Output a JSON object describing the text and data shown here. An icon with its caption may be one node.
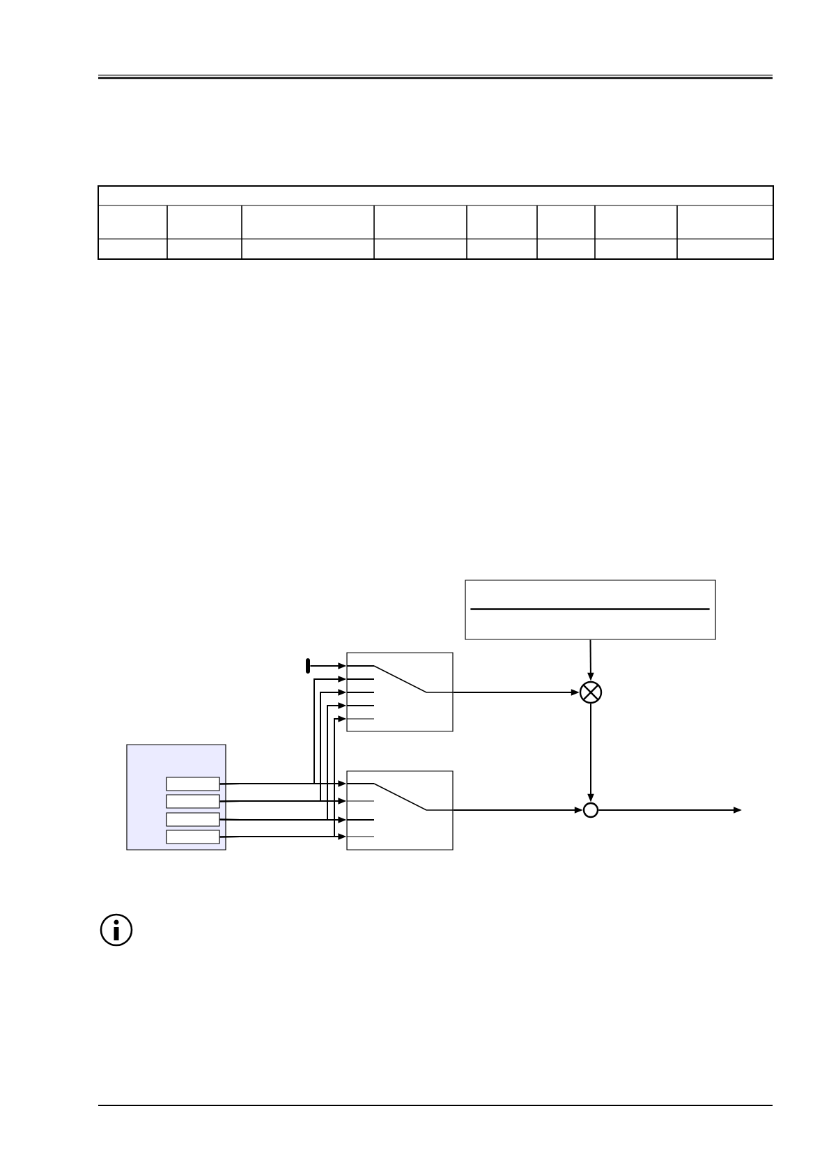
{
  "diagram": {
    "nodes": [
      {
        "text": [],
        "shape": "box"
      },
      {
        "text": [],
        "shape": "box"
      },
      {
        "text": [],
        "shape": "box"
      },
      {
        "text": [],
        "shape": "circle"
      },
      {
        "text": [],
        "shape": "circle"
      },
      {
        "text": [],
        "shape": "box"
      },
      {
        "text": [],
        "shape": "box",
        "in": 5
      },
      {
        "text": [],
        "shape": "box",
        "in": 5
      },
      {
        "text": [],
        "shape": "box",
        "in": 5
      },
      {
        "text": [],
        "shape": "box",
        "in": 5
      },
      {
        "text": [],
        "shape": "bar"
      }
    ],
    "edges": [
      {
        "from": 10,
        "to": 1,
        "arrow": "to"
      },
      {
        "from": 6,
        "to": 1,
        "arrow": "to"
      },
      {
        "from": 7,
        "to": 1,
        "arrow": "to"
      },
      {
        "from": 8,
        "to": 1,
        "arrow": "to"
      },
      {
        "from": 9,
        "to": 1,
        "arrow": "to"
      },
      {
        "from": 6,
        "to": 2,
        "arrow": "to"
      },
      {
        "from": 7,
        "to": 2,
        "arrow": "to"
      },
      {
        "from": 8,
        "to": 2,
        "arrow": "to"
      },
      {
        "from": 9,
        "to": 2,
        "arrow": "to"
      },
      {
        "from": 1,
        "to": 3,
        "arrow": "to"
      },
      {
        "from": 0,
        "to": 3,
        "arrow": "to"
      },
      {
        "from": 3,
        "to": 4,
        "arrow": "to"
      },
      {
        "from": 2,
        "to": 4,
        "arrow": "to"
      },
      {
        "from": 4,
        "to": null,
        "arrow": "to"
      }
    ]
  }
}
